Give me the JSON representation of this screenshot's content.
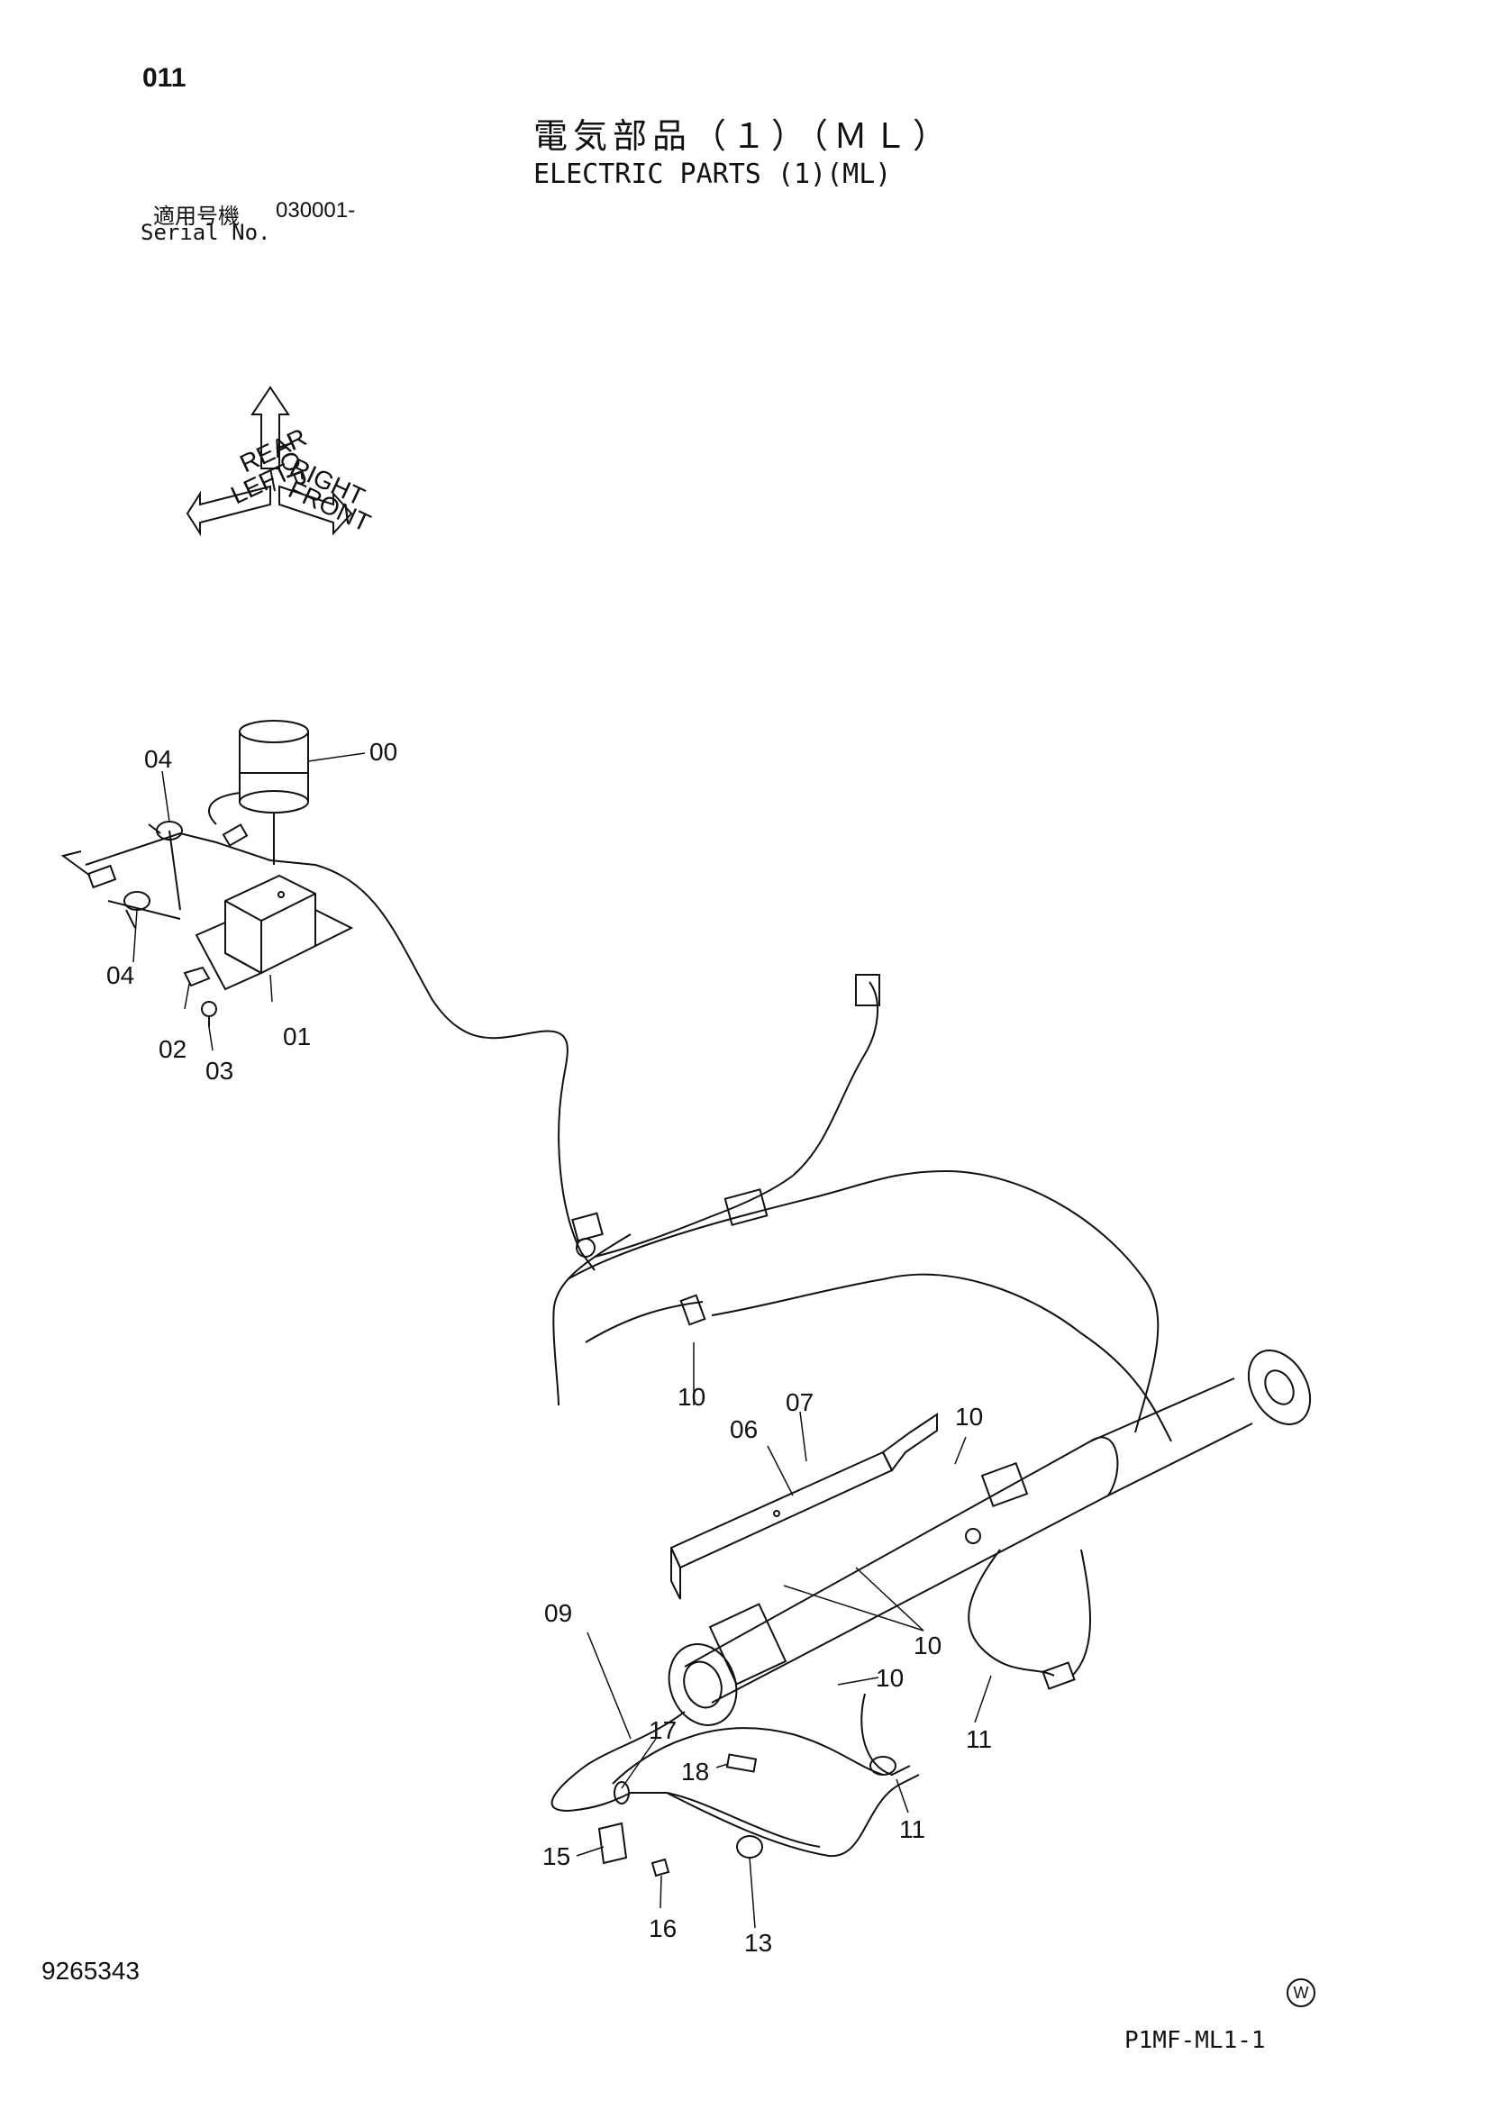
{
  "header": {
    "page_code": "011",
    "title_jp": "電気部品（１）（ＭＬ）",
    "title_en": "ELECTRIC PARTS (1)(ML)",
    "serial_label_jp": "適用号機",
    "serial_value": "030001-",
    "serial_label_en": "Serial No."
  },
  "orientation_arrows": {
    "top": "TOP",
    "rear": "REAR",
    "front": "FRONT",
    "left": "LEFT",
    "right": "RIGHT"
  },
  "callouts": [
    "00",
    "01",
    "02",
    "03",
    "04",
    "04",
    "06",
    "07",
    "09",
    "10",
    "10",
    "10",
    "10",
    "11",
    "11",
    "13",
    "15",
    "16",
    "17",
    "18"
  ],
  "footer": {
    "document_number": "9265343",
    "watermark": "W",
    "figure_code": "P1MF-ML1-1"
  }
}
